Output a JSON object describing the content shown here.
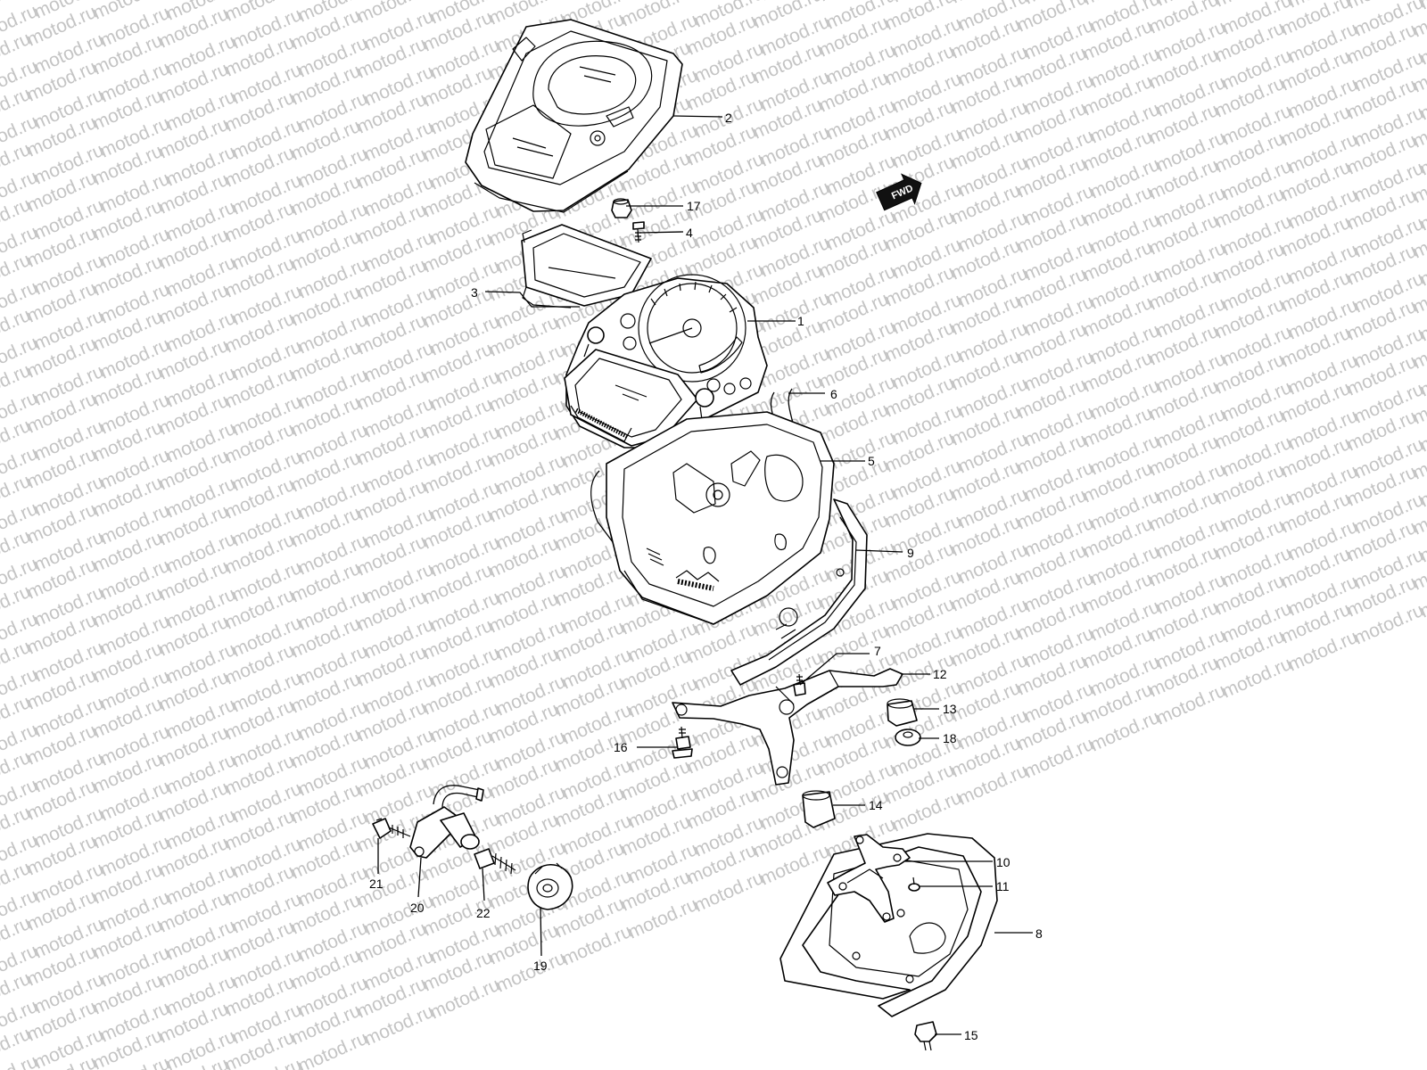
{
  "watermark": "motod.ru",
  "direction_badge": "FWD",
  "callouts": [
    {
      "id": "c1",
      "label": "1"
    },
    {
      "id": "c2",
      "label": "2"
    },
    {
      "id": "c3",
      "label": "3"
    },
    {
      "id": "c4",
      "label": "4"
    },
    {
      "id": "c5",
      "label": "5"
    },
    {
      "id": "c6",
      "label": "6"
    },
    {
      "id": "c7",
      "label": "7"
    },
    {
      "id": "c8",
      "label": "8"
    },
    {
      "id": "c9",
      "label": "9"
    },
    {
      "id": "c10",
      "label": "10"
    },
    {
      "id": "c11",
      "label": "11"
    },
    {
      "id": "c12",
      "label": "12"
    },
    {
      "id": "c13",
      "label": "13"
    },
    {
      "id": "c14",
      "label": "14"
    },
    {
      "id": "c15",
      "label": "15"
    },
    {
      "id": "c16",
      "label": "16"
    },
    {
      "id": "c17",
      "label": "17"
    },
    {
      "id": "c18",
      "label": "18"
    },
    {
      "id": "c19",
      "label": "19"
    },
    {
      "id": "c20",
      "label": "20"
    },
    {
      "id": "c21",
      "label": "21"
    },
    {
      "id": "c22",
      "label": "22"
    }
  ]
}
